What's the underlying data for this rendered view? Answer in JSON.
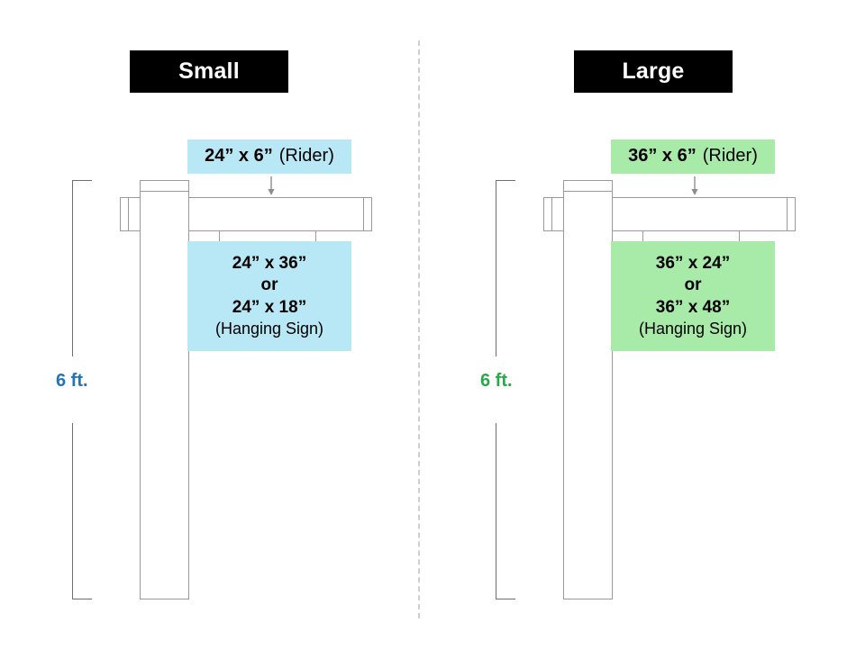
{
  "page": {
    "background": "#ffffff",
    "divider_color": "#cfcfcf"
  },
  "panels": [
    {
      "id": "small",
      "title": "Small",
      "accent": "#b8e7f5",
      "measure_color": "#2573b5",
      "measure_label": "6 ft.",
      "rider": {
        "dimension": "24” x 6”",
        "note": "(Rider)"
      },
      "hanging": {
        "line1": "24” x 36”",
        "line2": "or",
        "line3": "24” x 18”",
        "line4": "(Hanging Sign)"
      }
    },
    {
      "id": "large",
      "title": "Large",
      "accent": "#a8eaa8",
      "measure_color": "#2aa84a",
      "measure_label": "6 ft.",
      "rider": {
        "dimension": "36” x 6”",
        "note": "(Rider)"
      },
      "hanging": {
        "line1": "36” x  24”",
        "line2": "or",
        "line3": "36” x 48”",
        "line4": "(Hanging Sign)"
      }
    }
  ]
}
